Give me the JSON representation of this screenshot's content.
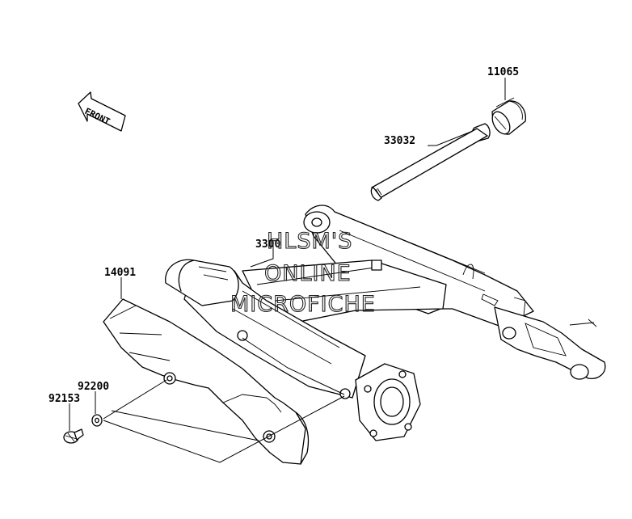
{
  "parts": [
    {
      "id": "p11065",
      "number": "11065"
    },
    {
      "id": "p33032",
      "number": "33032"
    },
    {
      "id": "p33001",
      "number": "3300"
    },
    {
      "id": "p14091",
      "number": "14091"
    },
    {
      "id": "p92200",
      "number": "92200"
    },
    {
      "id": "p92153",
      "number": "92153"
    }
  ],
  "front_indicator": "FRONT",
  "watermark": {
    "line1": "HLSM'S",
    "line2": "ONLINE",
    "line3": "MICROFICHE"
  }
}
